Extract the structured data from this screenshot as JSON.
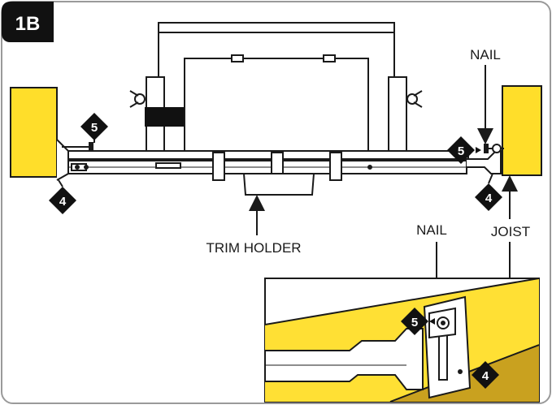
{
  "figure": {
    "id_label": "1B",
    "labels": {
      "nail_top": "NAIL",
      "trim_holder": "TRIM HOLDER",
      "nail_inset": "NAIL",
      "joist": "JOIST"
    },
    "step_markers": {
      "left_top": "5",
      "left_bottom": "4",
      "right_top": "5",
      "right_bottom": "4",
      "inset_top": "5",
      "inset_bottom": "4"
    }
  },
  "colors": {
    "joist_yellow": "#FFDE2A",
    "inset_yellow": "#FFE034",
    "inset_shadow": "#C9A11F",
    "outline": "#1a1a1a",
    "frame_gray": "#9a9a9a",
    "title_bg": "#111111"
  }
}
